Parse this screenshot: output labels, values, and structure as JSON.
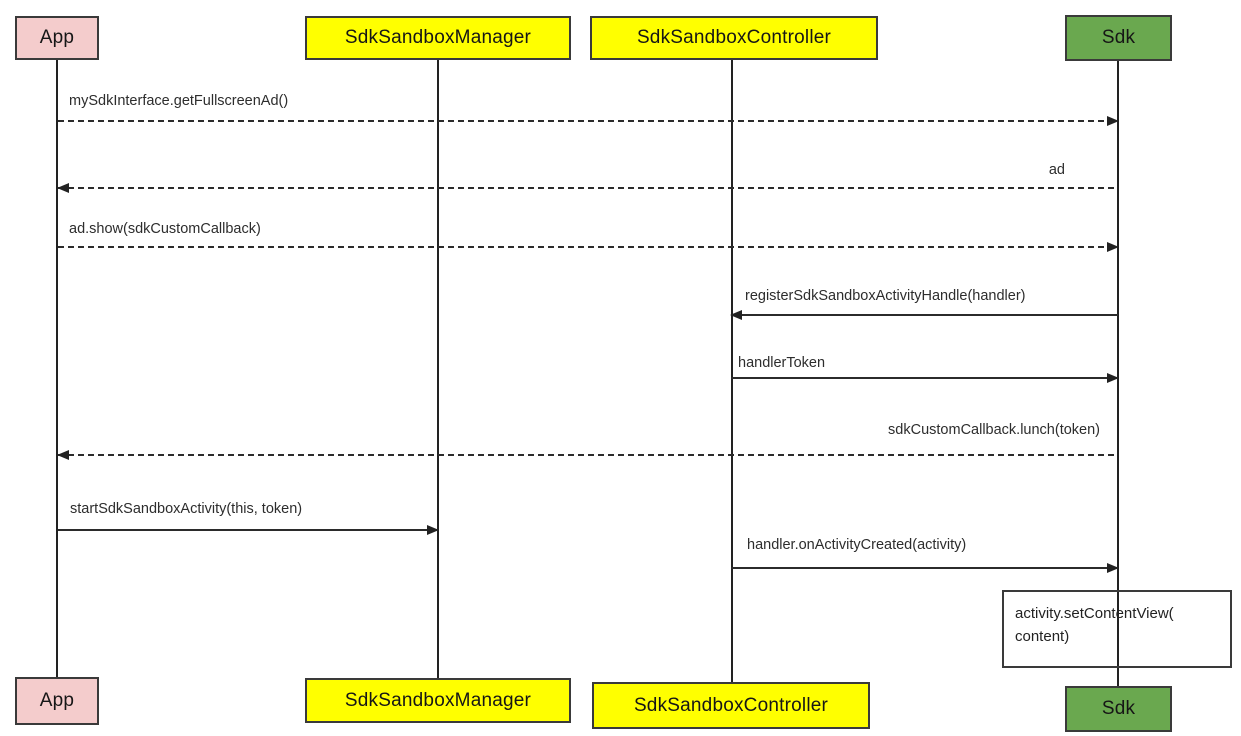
{
  "diagram": {
    "type": "uml-sequence",
    "participants": [
      {
        "label": "App",
        "fill": "#f4cccc"
      },
      {
        "label": "SdkSandboxManager",
        "fill": "#ffff00"
      },
      {
        "label": "SdkSandboxController",
        "fill": "#ffff00"
      },
      {
        "label": "Sdk",
        "fill": "#6aa84f"
      }
    ],
    "messages": [
      {
        "label": "mySdkInterface.getFullscreenAd()",
        "from": "App",
        "to": "Sdk",
        "line": "dashed"
      },
      {
        "label": "ad",
        "from": "Sdk",
        "to": "App",
        "line": "dashed"
      },
      {
        "label": "ad.show(sdkCustomCallback)",
        "from": "App",
        "to": "Sdk",
        "line": "dashed"
      },
      {
        "label": "registerSdkSandboxActivityHandle(handler)",
        "from": "Sdk",
        "to": "SdkSandboxController",
        "line": "solid"
      },
      {
        "label": "handlerToken",
        "from": "SdkSandboxController",
        "to": "Sdk",
        "line": "solid"
      },
      {
        "label": "sdkCustomCallback.lunch(token)",
        "from": "Sdk",
        "to": "App",
        "line": "dashed"
      },
      {
        "label": "startSdkSandboxActivity(this, token)",
        "from": "App",
        "to": "SdkSandboxManager",
        "line": "solid"
      },
      {
        "label": "handler.onActivityCreated(activity)",
        "from": "SdkSandboxController",
        "to": "Sdk",
        "line": "solid"
      }
    ],
    "note": {
      "line1": "activity.setContentView(",
      "line2": "content)"
    },
    "colors": {
      "app_fill": "#f4cccc",
      "manager_fill": "#ffff00",
      "controller_fill": "#ffff00",
      "sdk_fill": "#6aa84f",
      "box_border": "#3a3a3a",
      "line": "#2b2b2b",
      "background": "#ffffff"
    }
  }
}
